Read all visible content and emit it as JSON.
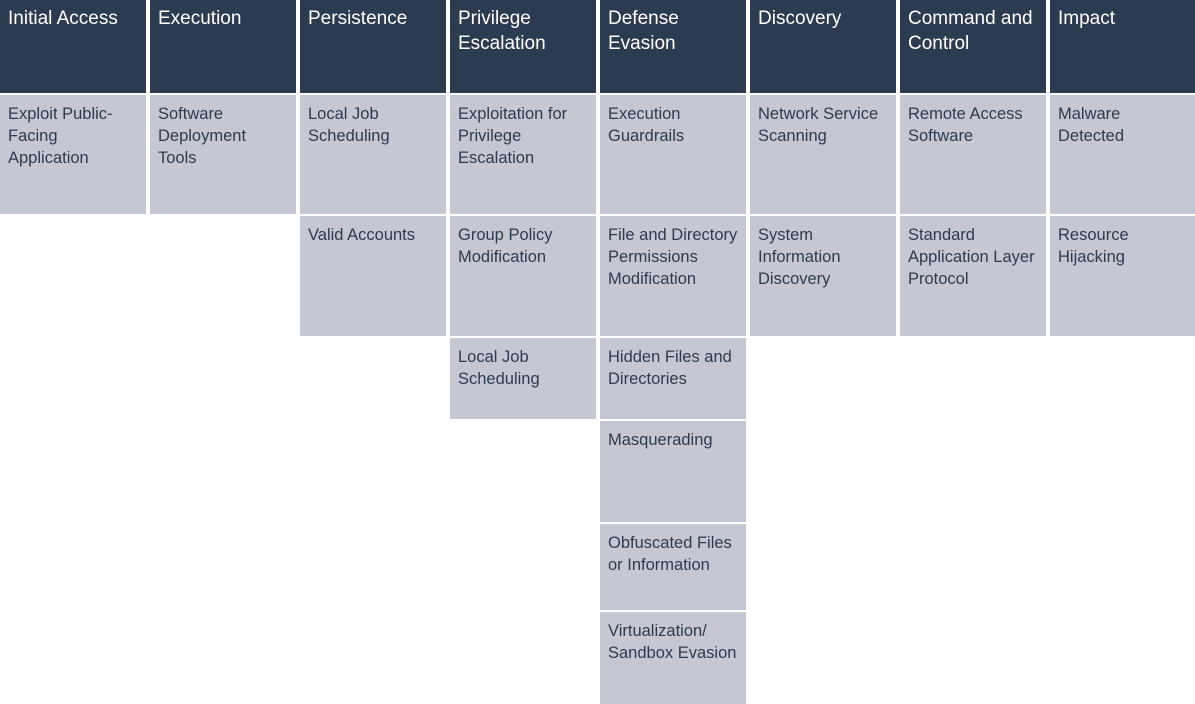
{
  "matrix": {
    "colors": {
      "header_bg": "#2c3b4f",
      "header_text": "#ffffff",
      "cell_bg": "#c5c8d3",
      "cell_text": "#2e3a4b",
      "background": "#ffffff"
    },
    "tactics": [
      {
        "name": "Initial Access",
        "techniques": [
          "Exploit Public-Facing Application"
        ]
      },
      {
        "name": "Execution",
        "techniques": [
          "Software Deployment Tools"
        ]
      },
      {
        "name": "Persistence",
        "techniques": [
          "Local Job Scheduling",
          "Valid Accounts"
        ]
      },
      {
        "name": "Privilege Escalation",
        "techniques": [
          "Exploitation for Privilege Escalation",
          "Group Policy Modification",
          "Local Job Scheduling"
        ]
      },
      {
        "name": "Defense Evasion",
        "techniques": [
          "Execution Guardrails",
          "File and Directory Permissions Modification",
          "Hidden Files and Directories",
          "Masquerading",
          "Obfuscated Files or Information",
          "Virtualization/ Sandbox Evasion"
        ]
      },
      {
        "name": "Discovery",
        "techniques": [
          "Network Service Scanning",
          "System Information Discovery"
        ]
      },
      {
        "name": "Command and Control",
        "techniques": [
          "Remote Access Software",
          "Standard Application Layer Protocol"
        ]
      },
      {
        "name": "Impact",
        "techniques": [
          "Malware Detected",
          "Resource Hijacking"
        ]
      }
    ]
  }
}
